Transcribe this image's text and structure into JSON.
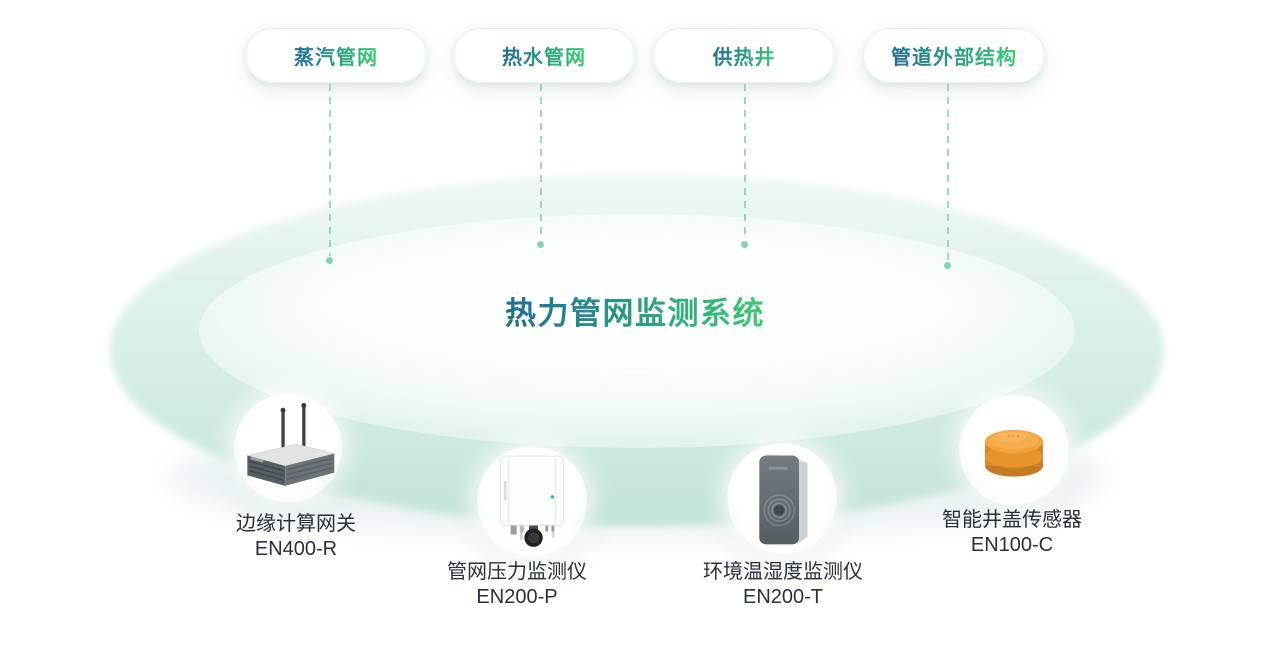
{
  "title": "热力管网监测系统",
  "categories": [
    {
      "label": "蒸汽管网"
    },
    {
      "label": "热水管网"
    },
    {
      "label": "供热井"
    },
    {
      "label": "管道外部结构"
    }
  ],
  "devices": [
    {
      "name": "边缘计算网关",
      "model": "EN400-R",
      "icon": "edge-gateway-icon"
    },
    {
      "name": "管网压力监测仪",
      "model": "EN200-P",
      "icon": "pressure-monitor-icon"
    },
    {
      "name": "环境温湿度监测仪",
      "model": "EN200-T",
      "icon": "temp-humidity-monitor-icon"
    },
    {
      "name": "智能井盖传感器",
      "model": "EN100-C",
      "icon": "manhole-sensor-icon"
    }
  ],
  "colors": {
    "text_gradient_start": "#1e6e96",
    "text_gradient_end": "#3ecb72",
    "ring_teal": "#cfeadd",
    "dashed_line": "#86d3b4",
    "device_label_text": "#27313e",
    "manhole_sensor_orange": "#f0a13b"
  }
}
